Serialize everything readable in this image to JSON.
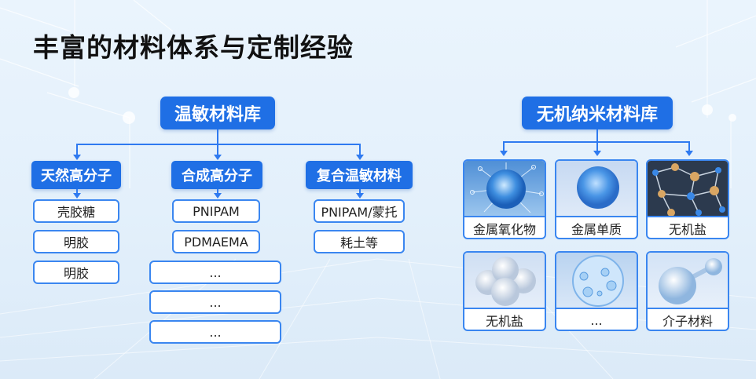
{
  "title": "丰富的材料体系与定制经验",
  "thermo": {
    "title": "温敏材料库",
    "categories": [
      {
        "title": "天然高分子",
        "items": [
          "壳胶糖",
          "明胶",
          "明胶"
        ]
      },
      {
        "title": "合成高分子",
        "items": [
          "PNIPAM",
          "PDMAEMA",
          "...",
          "...",
          "..."
        ]
      },
      {
        "title": "复合温敏材料",
        "items": [
          "PNIPAM/蒙托",
          "耗土等"
        ]
      }
    ]
  },
  "inorganic": {
    "title": "无机纳米材料库",
    "cards": [
      {
        "label": "金属氧化物",
        "icon": "virus-particle-icon"
      },
      {
        "label": "金属单质",
        "icon": "nanosphere-icon"
      },
      {
        "label": "无机盐",
        "icon": "molecular-lattice-icon"
      },
      {
        "label": "无机盐",
        "icon": "cluster-spheres-icon"
      },
      {
        "label": "...",
        "icon": "petri-dish-bubbles-icon"
      },
      {
        "label": "介子材料",
        "icon": "molecule-bond-icon"
      }
    ]
  },
  "colors": {
    "accent": "#1f6fe5",
    "border": "#3a86f0",
    "background": "#e6f2fc"
  }
}
